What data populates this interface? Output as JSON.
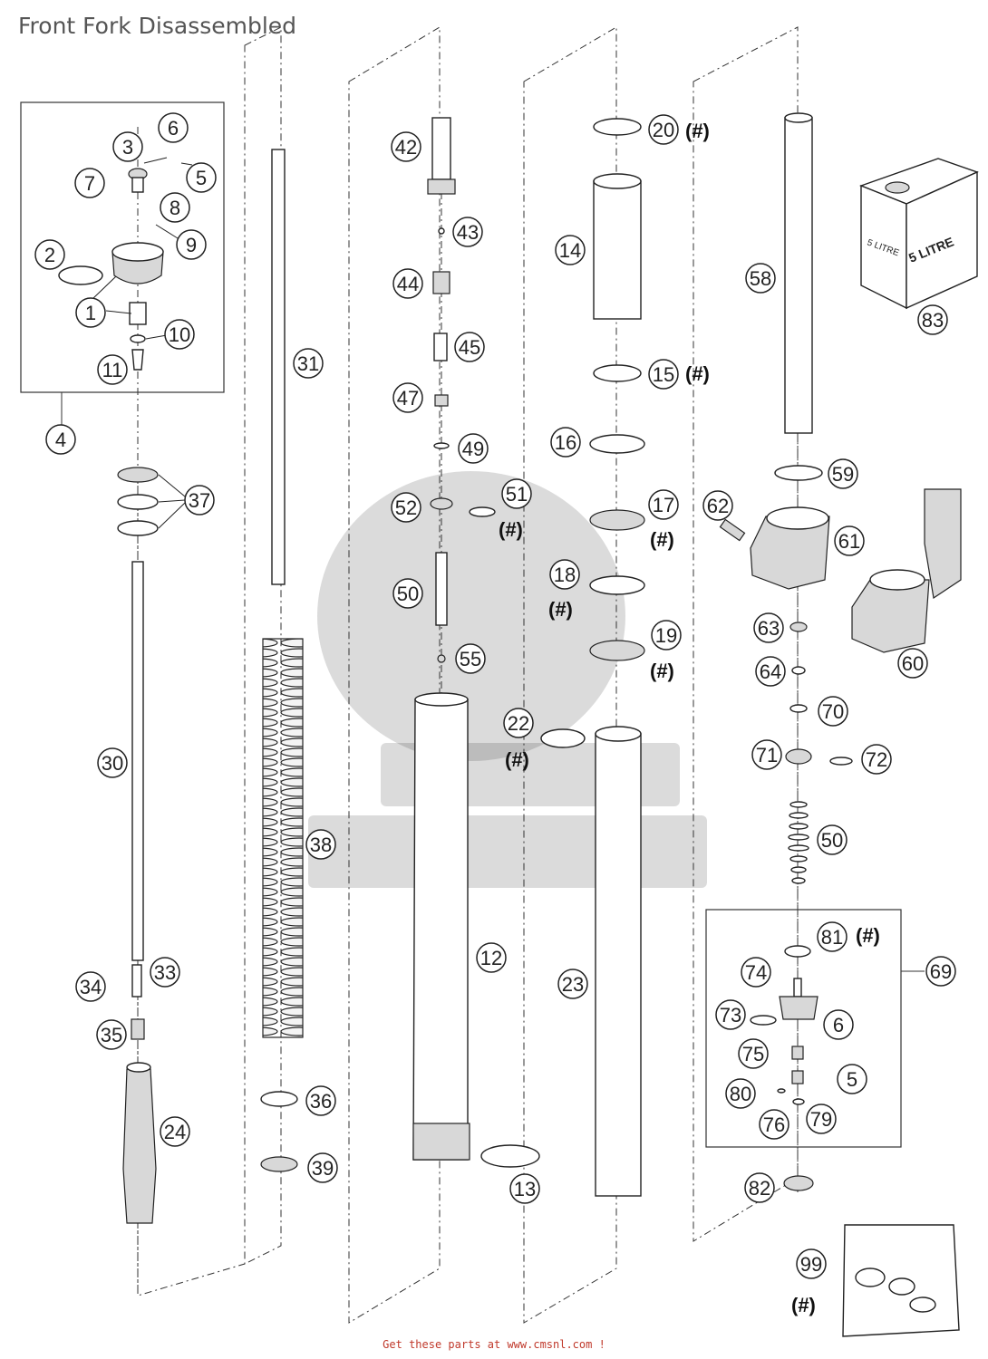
{
  "title": "Front Fork Disassembled",
  "footer": "Get these parts at www.cmsnl.com  !",
  "can_label_side": "5 LITRE",
  "can_label_front": "5 LITRE",
  "hash_mark": "(#)",
  "callouts": [
    {
      "n": "1"
    },
    {
      "n": "2"
    },
    {
      "n": "3"
    },
    {
      "n": "4"
    },
    {
      "n": "5"
    },
    {
      "n": "6"
    },
    {
      "n": "7"
    },
    {
      "n": "8"
    },
    {
      "n": "9"
    },
    {
      "n": "10"
    },
    {
      "n": "11"
    },
    {
      "n": "12"
    },
    {
      "n": "13"
    },
    {
      "n": "14"
    },
    {
      "n": "15"
    },
    {
      "n": "16"
    },
    {
      "n": "17"
    },
    {
      "n": "18"
    },
    {
      "n": "19"
    },
    {
      "n": "20"
    },
    {
      "n": "22"
    },
    {
      "n": "23"
    },
    {
      "n": "24"
    },
    {
      "n": "30"
    },
    {
      "n": "31"
    },
    {
      "n": "33"
    },
    {
      "n": "34"
    },
    {
      "n": "35"
    },
    {
      "n": "36"
    },
    {
      "n": "37"
    },
    {
      "n": "38"
    },
    {
      "n": "39"
    },
    {
      "n": "42"
    },
    {
      "n": "43"
    },
    {
      "n": "44"
    },
    {
      "n": "45"
    },
    {
      "n": "47"
    },
    {
      "n": "49"
    },
    {
      "n": "50"
    },
    {
      "n": "51"
    },
    {
      "n": "52"
    },
    {
      "n": "55"
    },
    {
      "n": "58"
    },
    {
      "n": "59"
    },
    {
      "n": "60"
    },
    {
      "n": "61"
    },
    {
      "n": "62"
    },
    {
      "n": "63"
    },
    {
      "n": "64"
    },
    {
      "n": "69"
    },
    {
      "n": "70"
    },
    {
      "n": "71"
    },
    {
      "n": "72"
    },
    {
      "n": "73"
    },
    {
      "n": "74"
    },
    {
      "n": "75"
    },
    {
      "n": "76"
    },
    {
      "n": "79"
    },
    {
      "n": "80"
    },
    {
      "n": "81"
    },
    {
      "n": "82"
    },
    {
      "n": "83"
    },
    {
      "n": "99"
    },
    {
      "n": "50"
    },
    {
      "n": "6"
    },
    {
      "n": "5"
    }
  ]
}
